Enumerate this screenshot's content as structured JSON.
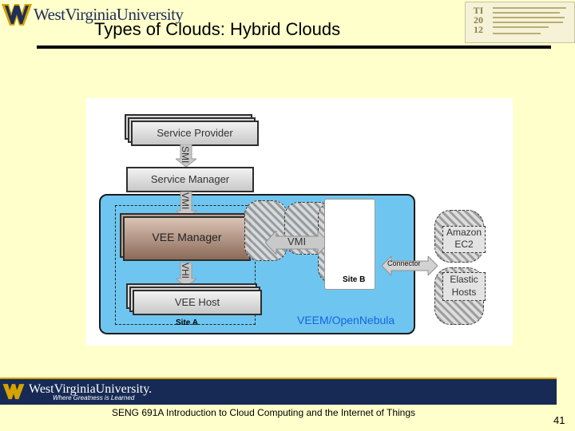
{
  "header": {
    "logo_text": "WestVirginiaUniversity",
    "title": "Types of Clouds:   Hybrid Clouds"
  },
  "diagram": {
    "service_provider": "Service Provider",
    "service_manager": "Service Manager",
    "vee_manager": "VEE Manager",
    "vee_host": "VEE Host",
    "smi": "SMI",
    "vmi_vertical": "VMI",
    "vhi": "VHI",
    "vmi_horizontal": "VMI",
    "connector": "Connector",
    "amazon_ec2": "Amazon EC2",
    "elastic_hosts": "Elastic Hosts",
    "site_a": "Site A",
    "site_b": "Site B",
    "veem": "VEEM/OpenNebula"
  },
  "footer": {
    "logo_text": "WestVirginiaUniversity.",
    "tagline": "Where Greatness is Learned",
    "course": "SENG 691A Introduction to Cloud Computing and the Internet of Things",
    "page_number": "41"
  },
  "colors": {
    "background": "#FFFFCC",
    "wvu_navy": "#162A55",
    "wvu_gold": "#D5A200",
    "site_panel_blue": "#6EC6F0",
    "veem_text": "#1565E0",
    "vee_manager_brown": "#9B7B68"
  }
}
